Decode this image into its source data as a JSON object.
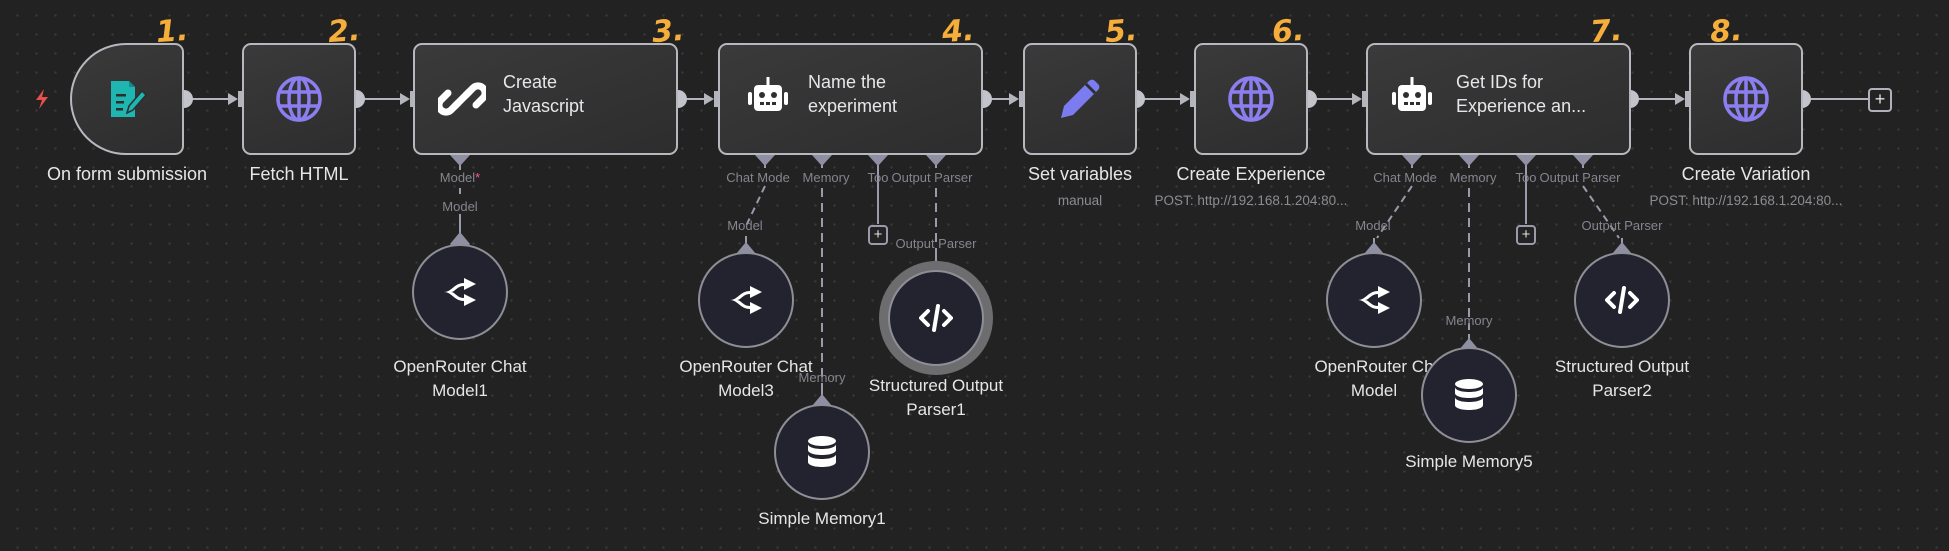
{
  "canvas": {
    "background": "#222222",
    "accent_number_color": "#f6ae3a"
  },
  "trigger_icon": "lightning-bolt-icon",
  "nodes": [
    {
      "id": "on_form_submission",
      "title": "On form submission",
      "subtitle": "",
      "icon": "form-pencil-icon",
      "icon_color": "#1fb5b0",
      "number": "1."
    },
    {
      "id": "fetch_html",
      "title": "Fetch HTML",
      "subtitle": "",
      "icon": "globe-icon",
      "icon_color": "#8b7ff0",
      "number": "2."
    },
    {
      "id": "create_javascript",
      "title_line1": "Create",
      "title_line2": "Javascript",
      "icon": "link-icon",
      "icon_color": "#ffffff",
      "number": "3.",
      "ports": [
        {
          "label": "Model",
          "required_mark": "*"
        }
      ]
    },
    {
      "id": "name_experiment",
      "title_line1": "Name the",
      "title_line2": "experiment",
      "icon": "robot-icon",
      "icon_color": "#ffffff",
      "number": "4.",
      "ports": [
        {
          "label": "Chat Model"
        },
        {
          "label": "Memory"
        },
        {
          "label": "Tool"
        },
        {
          "label": "Output Parser"
        }
      ]
    },
    {
      "id": "set_variables",
      "title": "Set variables",
      "subtitle": "manual",
      "icon": "pencil-icon",
      "icon_color": "#7a7cf0",
      "number": "5."
    },
    {
      "id": "create_experience",
      "title": "Create Experience",
      "subtitle": "POST: http://192.168.1.204:80...",
      "icon": "globe-icon",
      "icon_color": "#8b7ff0",
      "number": "6."
    },
    {
      "id": "get_ids",
      "title_line1": "Get IDs for",
      "title_line2": "Experience an...",
      "icon": "robot-icon",
      "icon_color": "#ffffff",
      "number": "7.",
      "ports": [
        {
          "label": "Chat Model"
        },
        {
          "label": "Memory"
        },
        {
          "label": "Tool"
        },
        {
          "label": "Output Parser"
        }
      ]
    },
    {
      "id": "create_variation",
      "title": "Create Variation",
      "subtitle": "POST: http://192.168.1.204:80...",
      "icon": "globe-icon",
      "icon_color": "#8b7ff0",
      "number": "8."
    }
  ],
  "port_labels": {
    "model_star": "Model",
    "star": "*",
    "chat_model": "Chat Mode",
    "memory": "Memory",
    "tool": "Too",
    "output_parser": "Output Parser",
    "model": "Model"
  },
  "sub_nodes": [
    {
      "id": "openrouter1",
      "title_line1": "OpenRouter Chat",
      "title_line2": "Model1",
      "icon": "openrouter-icon",
      "input_label": "Model"
    },
    {
      "id": "openrouter3",
      "title_line1": "OpenRouter Chat",
      "title_line2": "Model3",
      "icon": "openrouter-icon",
      "input_label": "Model"
    },
    {
      "id": "memory1",
      "title": "Simple Memory1",
      "icon": "database-icon",
      "input_label": "Memory"
    },
    {
      "id": "parser1",
      "title_line1": "Structured Output",
      "title_line2": "Parser1",
      "icon": "code-icon",
      "input_label": "Output Parser",
      "selected": true
    },
    {
      "id": "openrouter",
      "title_line1": "OpenRouter Ch",
      "title_line2": "Model",
      "icon": "openrouter-icon",
      "input_label": "Model"
    },
    {
      "id": "memory5",
      "title": "Simple Memory5",
      "icon": "database-icon",
      "input_label": "Memory"
    },
    {
      "id": "parser2",
      "title_line1": "Structured Output",
      "title_line2": "Parser2",
      "icon": "code-icon",
      "input_label": "Output Parser"
    }
  ],
  "add_buttons": {
    "symbol": "+"
  }
}
